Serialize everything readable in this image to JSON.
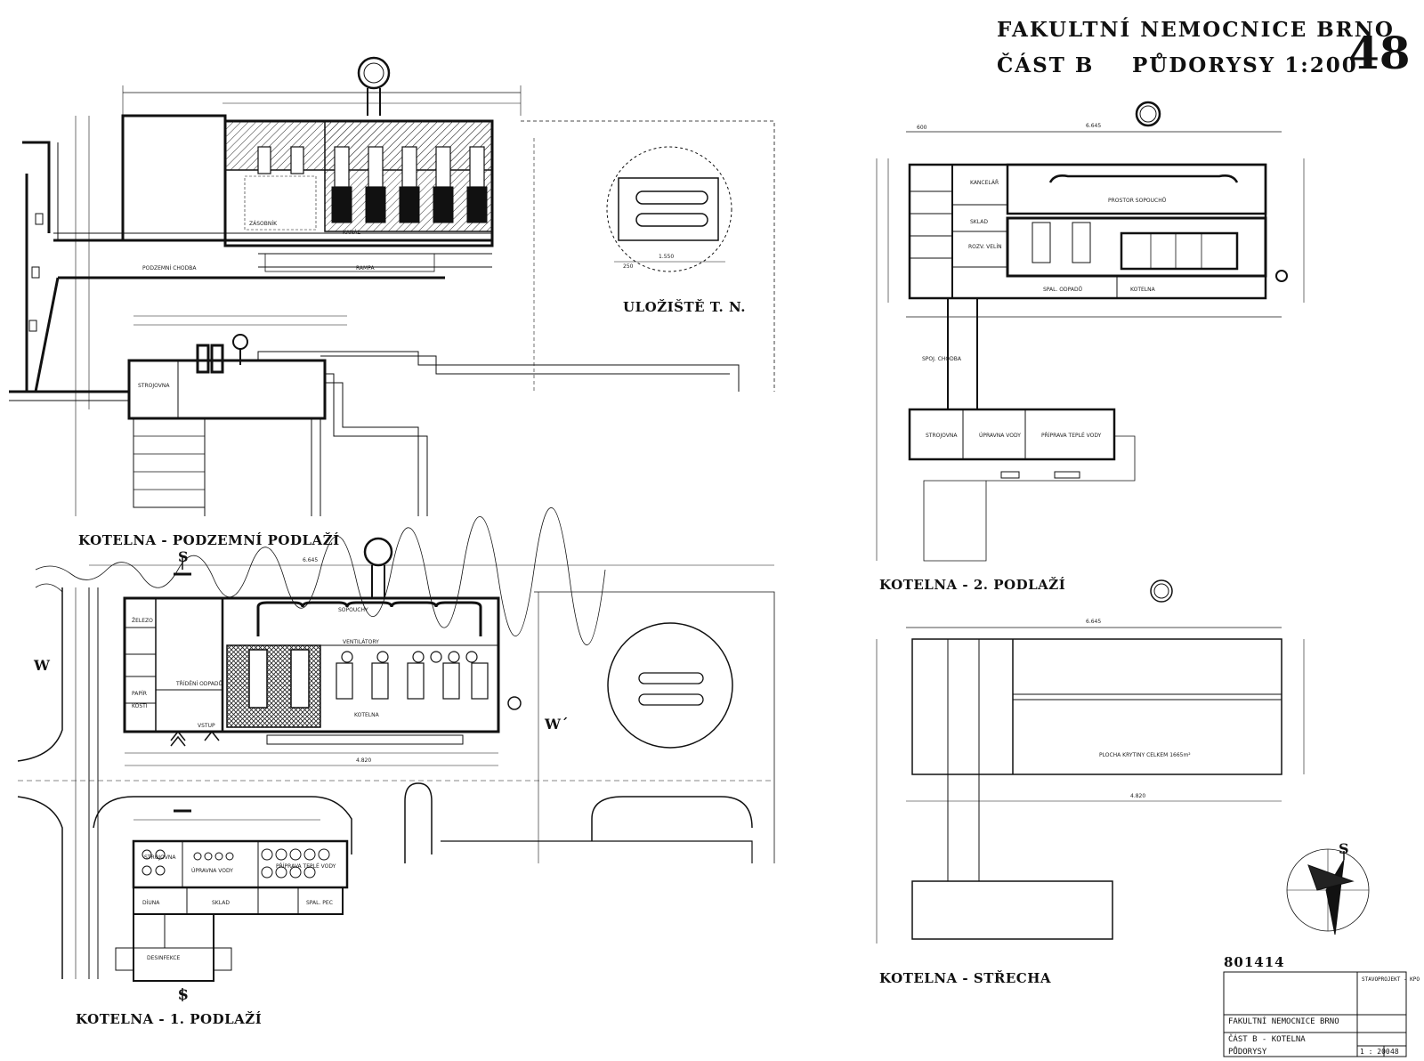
{
  "header": {
    "line1": "FAKULTNÍ  NEMOCNICE  BRNO",
    "line2_left": "ČÁST  B",
    "line2_right": "PŮDORYSY  1:200",
    "sheet_number": "48"
  },
  "drawings": {
    "basement": "KOTELNA - PODZEMNÍ PODLAŽÍ",
    "storage": "ULOŽIŠTĚ  T. N.",
    "first_floor": "KOTELNA - 1. PODLAŽÍ",
    "second_floor": "KOTELNA - 2. PODLAŽÍ",
    "roof": "KOTELNA - STŘECHA"
  },
  "section_marks": {
    "w": "W",
    "w_prime": "W´",
    "s_top": "S",
    "s_bottom": "S",
    "north": "S"
  },
  "rooms": {
    "prostor_sopouchu": "PROSTOR SOPOUCHŮ",
    "kancelar": "KANCELÁŘ",
    "sklad": "SKLAD",
    "rozv_velin": "ROZV. VELÍN",
    "spal_odpadu": "SPAL. ODPADŮ",
    "kotelna": "KOTELNA",
    "spoj_chodba": "SPOJ. CHODBA",
    "strojovna": "STROJOVNA",
    "upravna_vody": "ÚPRAVNA VODY",
    "priprava_teple_vody": "PŘÍPRAVA TEPLÉ VODY",
    "zelezo": "ŽELEZO",
    "papir": "PAPÍR",
    "kosti": "KOSTI",
    "trideni_odpadu": "TŘÍDĚNÍ ODPADŮ",
    "ventilatory": "VENTILÁTORY",
    "sopouchy": "SOPOUCHY",
    "vstup": "VSTUP",
    "diuna": "DÍUNA",
    "spal_pec": "SPAL. PEC",
    "dezinfekce": "DESINFEKCE",
    "plocha_krytiny": "PLOCHA KRYTINY CELKEM  1665m²",
    "podzemni_chodba": "PODZEMNÍ CHODBA",
    "kanal": "KANÁL",
    "rampa": "RAMPA",
    "zasobnik": "ZÁSOBNÍK"
  },
  "title_block": {
    "number": "801414",
    "project": "FAKULTNÍ  NEMOCNICE  BRNO",
    "part": "ČÁST  B  -  KOTELNA",
    "drawing": "PŮDORYSY",
    "scale": "1 : 200",
    "sheet": "48",
    "org": "STAVOPROJEKT - KPO"
  },
  "dimensions": {
    "overall_2f": "6.645",
    "overall_1f": "6.645",
    "overall_roof": "6.645",
    "span_1f": "4.820",
    "span_roof": "4.820",
    "bay": "600",
    "storage_w": "1.550",
    "dim_250": "250"
  }
}
